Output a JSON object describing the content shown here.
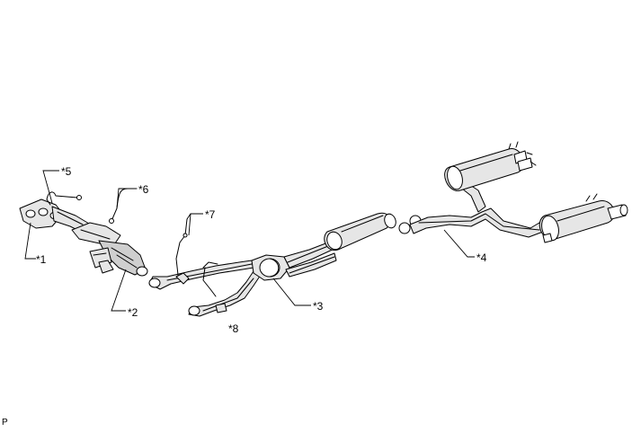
{
  "callouts": {
    "c1": "*1",
    "c2": "*2",
    "c3": "*3",
    "c4": "*4",
    "c5": "*5",
    "c6": "*6",
    "c7": "*7",
    "c8": "*8"
  },
  "figure_code": "P"
}
